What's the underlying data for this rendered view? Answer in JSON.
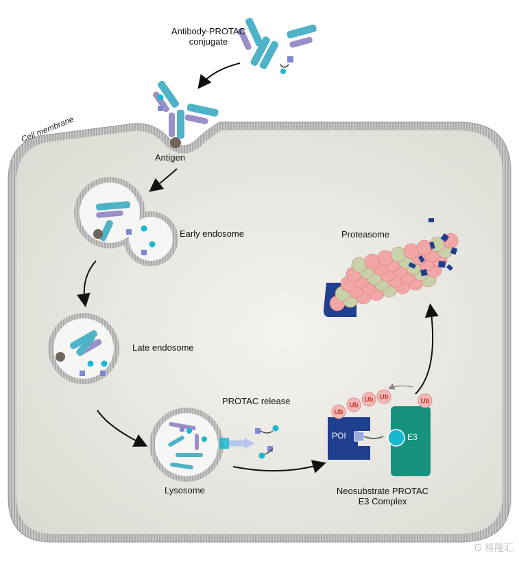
{
  "labels": {
    "conjugate_line1": "Antibody-PROTAC",
    "conjugate_line2": "conjugate",
    "cell_membrane": "Cell membrane",
    "antigen": "Antigen",
    "early_endosome": "Early endosome",
    "late_endosome": "Late endosome",
    "lysosome": "Lysosome",
    "protac_release": "PROTAC release",
    "proteasome": "Proteasome",
    "complex_line1": "Neosubstrate PROTAC",
    "complex_line2": "E3 Complex",
    "poi": "POI",
    "e3": "E3",
    "ub": "Ub"
  },
  "watermark": "G 格隆汇",
  "colors": {
    "antibody_heavy": "#4fb3c8",
    "antibody_light": "#9a8fc7",
    "linker_dot": "#19b8d0",
    "payload_square": "#7f87d0",
    "poi": "#1f3f8f",
    "e3": "#15917e",
    "ub": "#f5b8b8",
    "proteasome_pink": "#f3a6a6",
    "proteasome_gray": "#c9d1a9",
    "membrane": "#b8b8b8",
    "cytoplasm": "#e9e8e2"
  }
}
